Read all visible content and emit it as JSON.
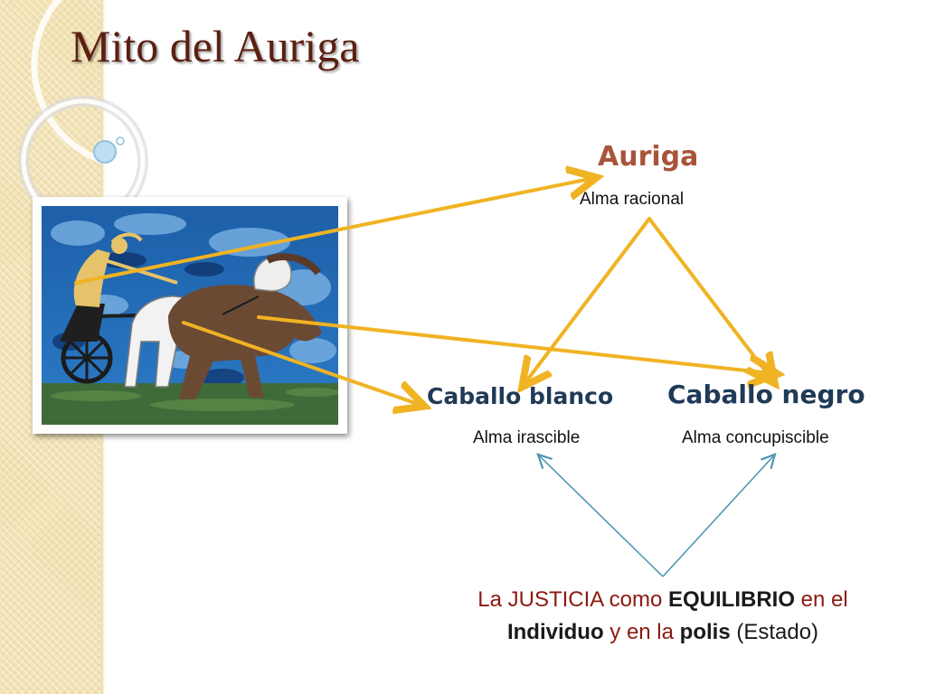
{
  "slide": {
    "title": "Mito del Auriga",
    "painting_alt": "Pintura del auriga conduciendo un carro tirado por un caballo blanco y un caballo negro"
  },
  "nodes": {
    "auriga": {
      "title": "Auriga",
      "subtitle": "Alma racional"
    },
    "caballo_blanco": {
      "title": "Caballo blanco",
      "subtitle": "Alma irascible"
    },
    "caballo_negro": {
      "title": "Caballo negro",
      "subtitle": "Alma concupiscible"
    }
  },
  "justice": {
    "part1": "La JUSTICIA como ",
    "part2": "EQUILIBRIO",
    "part3": " en el",
    "part4": "Individuo",
    "part5": " y en la ",
    "part6": "polis",
    "part7": " (Estado)"
  },
  "colors": {
    "title": "#5b1f12",
    "arrow_gold": "#f0b323",
    "arrow_blue": "#4a93b0",
    "auriga_title": "#a9543a",
    "horse_titles": "#1f3a57",
    "justice_red": "#8b1a10",
    "left_band": "#f2e2b3"
  }
}
